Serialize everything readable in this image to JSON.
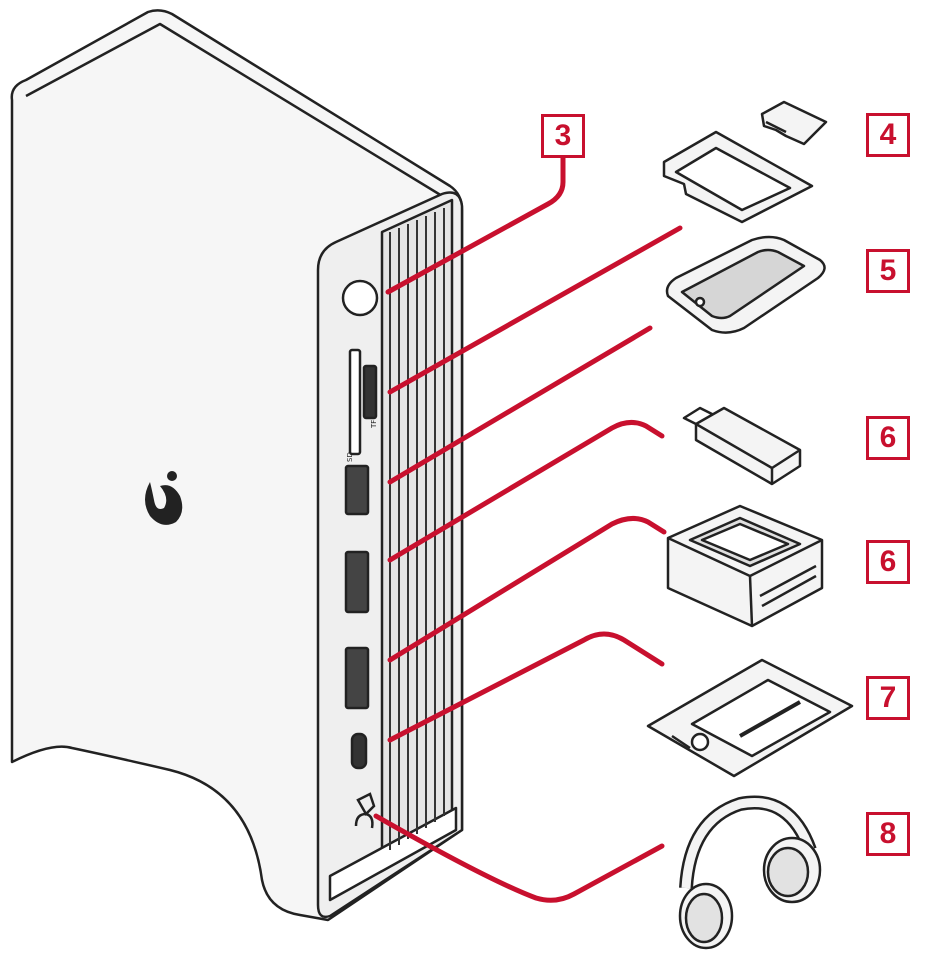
{
  "colors": {
    "leader": "#c8102e",
    "outline": "#222222",
    "fill": "#f4f4f4",
    "fill_dark": "#d6d6d6",
    "callout": "#c8102e"
  },
  "callouts": [
    {
      "id": "c3",
      "label": "3"
    },
    {
      "id": "c4",
      "label": "4"
    },
    {
      "id": "c5",
      "label": "5"
    },
    {
      "id": "c6a",
      "label": "6"
    },
    {
      "id": "c6b",
      "label": "6"
    },
    {
      "id": "c7",
      "label": "7"
    },
    {
      "id": "c8",
      "label": "8"
    }
  ],
  "devices": [
    {
      "id": "sd-card",
      "icon": "sd-card-icon"
    },
    {
      "id": "micro-sd",
      "icon": "microsd-card-icon"
    },
    {
      "id": "smartphone",
      "icon": "smartphone-icon"
    },
    {
      "id": "usb-drive",
      "icon": "usb-drive-icon"
    },
    {
      "id": "printer",
      "icon": "printer-icon"
    },
    {
      "id": "drawing-tablet",
      "icon": "drawing-tablet-icon"
    },
    {
      "id": "headphones",
      "icon": "headphones-icon"
    }
  ],
  "dock_port_labels": [
    "SD",
    "TF"
  ]
}
